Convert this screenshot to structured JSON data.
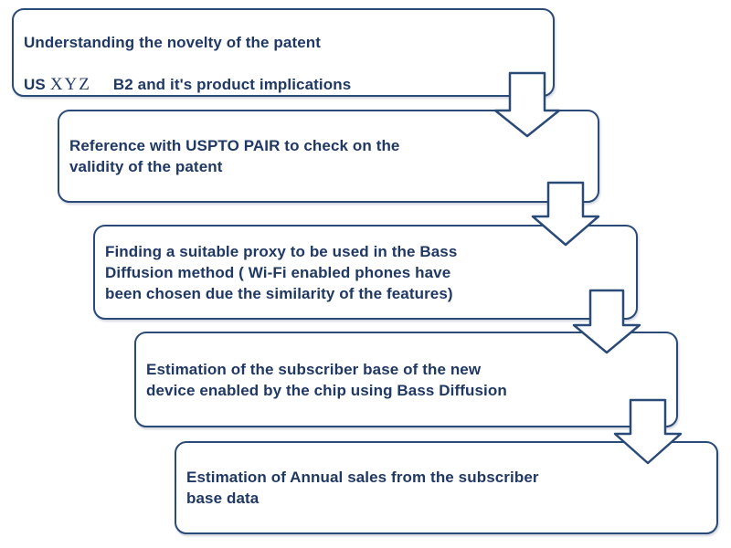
{
  "colors": {
    "outline": "#2a4a78",
    "text": "#1f3864",
    "fill": "#ffffff"
  },
  "diagram": {
    "type": "flowchart",
    "connector_icon": "down-block-arrow",
    "connector_count": 4
  },
  "steps": [
    {
      "line1": "Understanding the novelty of the patent",
      "line2_prefix": "US",
      "line2_patent": "XYZ",
      "line2_suffix": "B2 and it's product implications"
    },
    {
      "text": "Reference with USPTO PAIR to check on the\nvalidity of the patent"
    },
    {
      "text": "Finding a suitable proxy to be used in the Bass\nDiffusion method ( Wi-Fi enabled phones have\nbeen chosen due the similarity of the features)"
    },
    {
      "text": "Estimation of the subscriber base of the new\ndevice enabled by the chip using Bass Diffusion"
    },
    {
      "text": "Estimation of Annual sales from the subscriber\nbase data"
    }
  ]
}
